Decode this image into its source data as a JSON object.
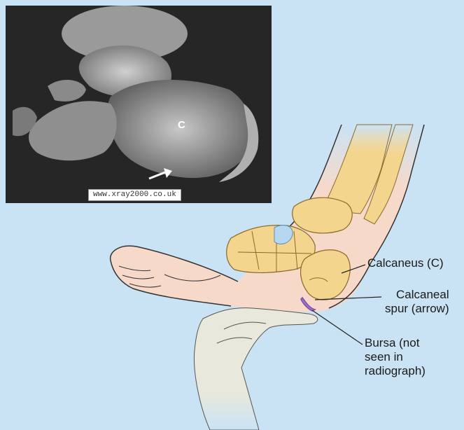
{
  "xray": {
    "bone_label": "C",
    "source": "www.xray2000.co.uk"
  },
  "labels": {
    "calcaneus": "Calcaneus (C)",
    "spur": "Calcaneal\nspur (arrow)",
    "bursa": "Bursa (not\nseen in\nradiograph)"
  },
  "colors": {
    "background": "#c9e3f5",
    "skin": "#f7d9c9",
    "bone": "#f4d58d",
    "bone_outline": "#8a6a2a",
    "hand": "#e8e8dc",
    "bursa": "#7b4fa8"
  }
}
